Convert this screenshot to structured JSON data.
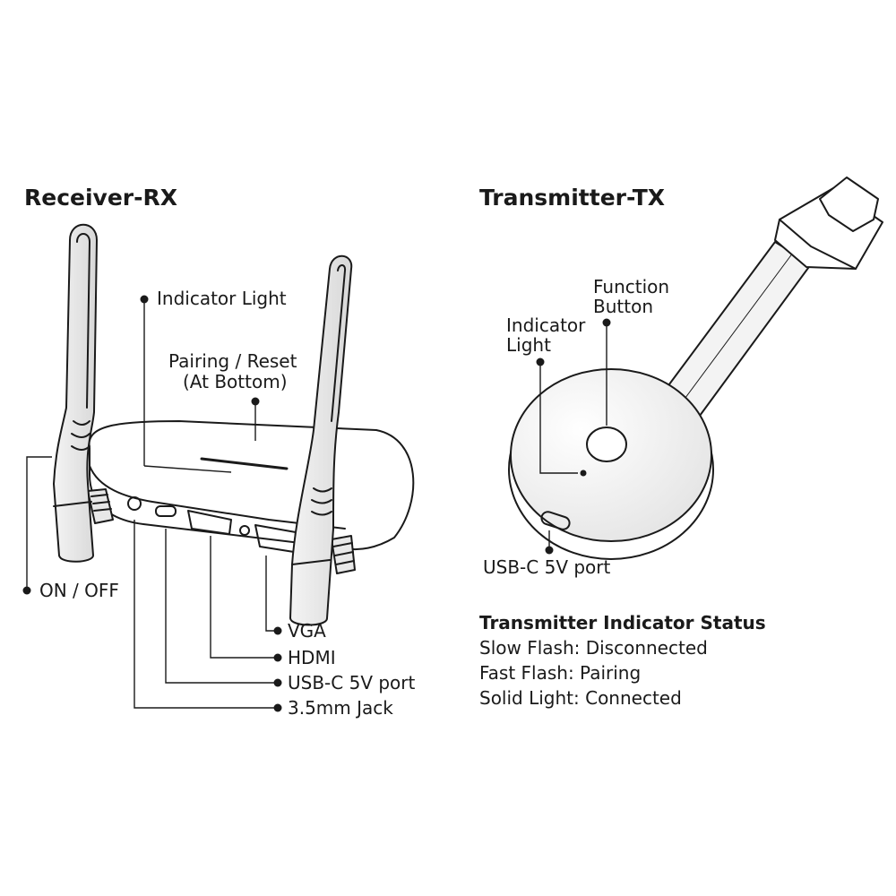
{
  "receiver": {
    "title": "Receiver-RX",
    "labels": {
      "indicator_light": "Indicator Light",
      "pairing_reset_1": "Pairing / Reset",
      "pairing_reset_2": "(At Bottom)",
      "on_off": "ON / OFF",
      "vga": "VGA",
      "hdmi": "HDMI",
      "usbc": "USB-C 5V port",
      "jack": "3.5mm Jack"
    }
  },
  "transmitter": {
    "title": "Transmitter-TX",
    "labels": {
      "function_1": "Function",
      "function_2": "Button",
      "indicator_1": "Indicator",
      "indicator_2": "Light",
      "usbc": "USB-C 5V port"
    },
    "status": {
      "title": "Transmitter Indicator Status",
      "lines": [
        "Slow Flash: Disconnected",
        "Fast Flash:  Pairing",
        "Solid Light:  Connected"
      ]
    }
  },
  "colors": {
    "stroke": "#1a1a1a",
    "fill": "#ffffff",
    "shade": "#ececec"
  }
}
